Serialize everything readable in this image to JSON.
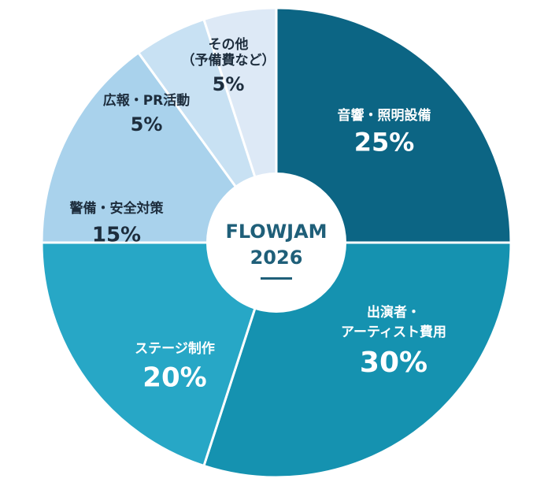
{
  "chart_data": {
    "type": "pie",
    "title": "",
    "center_label": [
      "FLOWJAM",
      "2026"
    ],
    "start_angle_deg": 0,
    "direction": "clockwise",
    "slices": [
      {
        "label": [
          "音響・照明設備"
        ],
        "value": 25,
        "display": "25%",
        "color": "#0c6584",
        "text_color": "#ffffff"
      },
      {
        "label": [
          "出演者・",
          "アーティスト費用"
        ],
        "value": 30,
        "display": "30%",
        "color": "#1592b0",
        "text_color": "#ffffff"
      },
      {
        "label": [
          "ステージ制作"
        ],
        "value": 20,
        "display": "20%",
        "color": "#27a7c6",
        "text_color": "#ffffff"
      },
      {
        "label": [
          "警備・安全対策"
        ],
        "value": 15,
        "display": "15%",
        "color": "#a9d2ec",
        "text_color": "#1d2d3d"
      },
      {
        "label": [
          "広報・PR活動"
        ],
        "value": 5,
        "display": "5%",
        "color": "#c8e1f3",
        "text_color": "#1d2d3d"
      },
      {
        "label": [
          "その他",
          "（予備費など）"
        ],
        "value": 5,
        "display": "5%",
        "color": "#dde9f6",
        "text_color": "#1d2d3d"
      }
    ]
  }
}
